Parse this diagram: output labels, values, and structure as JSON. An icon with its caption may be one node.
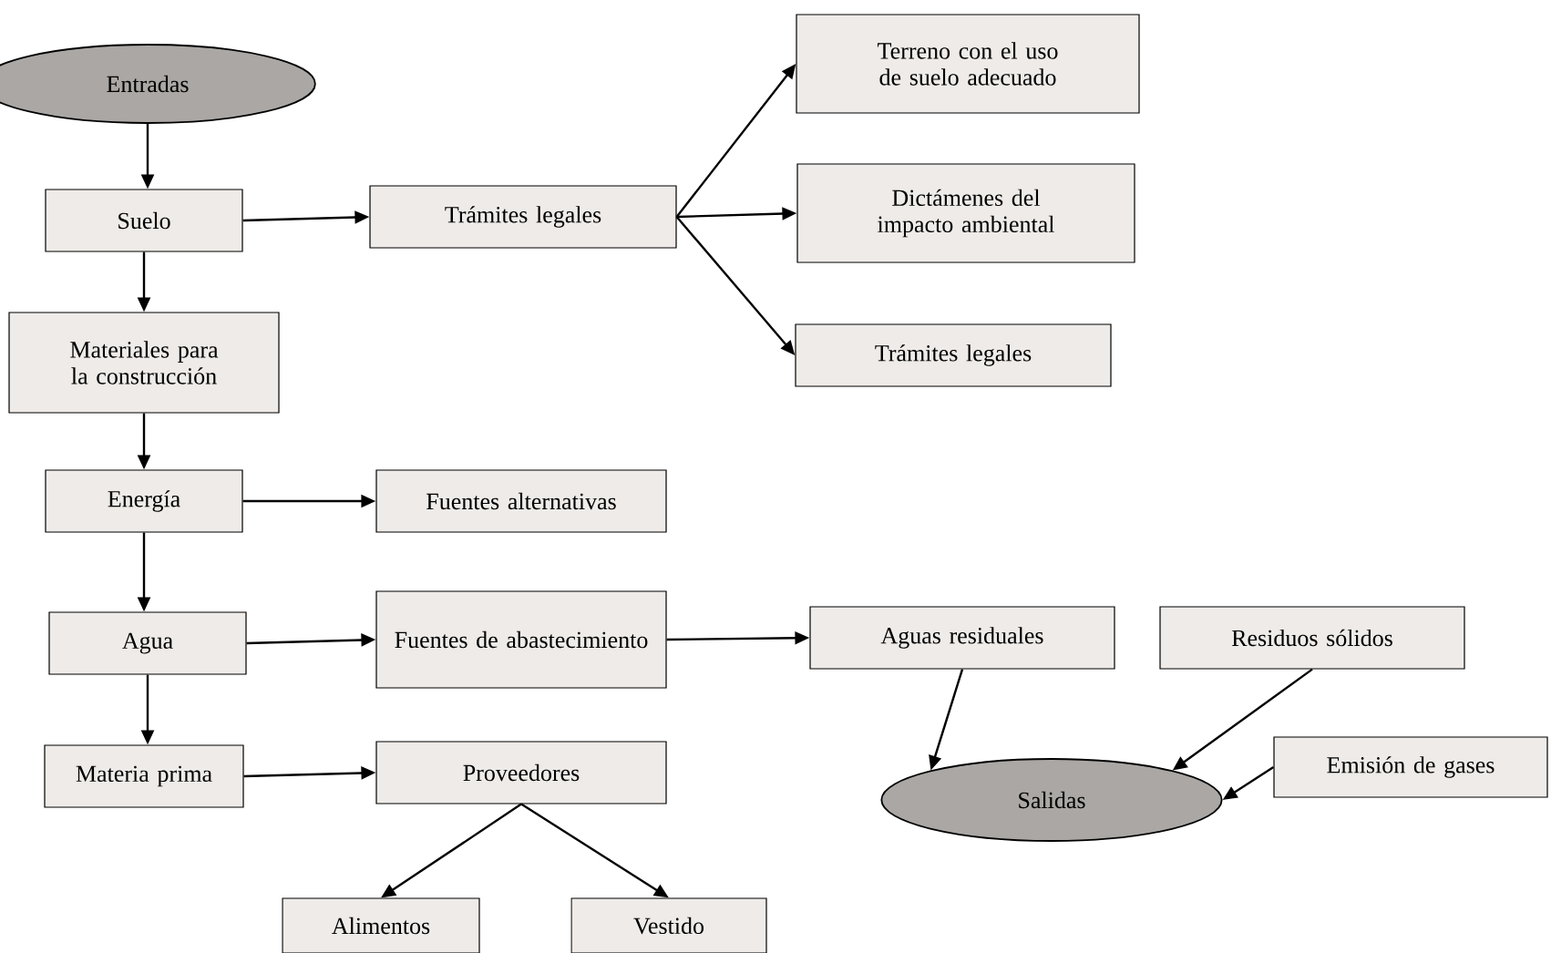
{
  "diagram": {
    "nodes": [
      {
        "text": [
          "Entradas"
        ]
      },
      {
        "text": [
          "Suelo"
        ]
      },
      {
        "text": [
          "Trámites legales"
        ]
      },
      {
        "text": [
          "Terreno con el uso de suelo adecuado"
        ]
      },
      {
        "text": [
          "Dictámenes del impacto ambiental"
        ]
      },
      {
        "text": [
          "Trámites legales"
        ]
      },
      {
        "text": [
          "Materiales para la construcción"
        ]
      },
      {
        "text": [
          "Energía"
        ]
      },
      {
        "text": [
          "Fuentes alternativas"
        ]
      },
      {
        "text": [
          "Agua"
        ]
      },
      {
        "text": [
          "Fuentes de abastecimiento"
        ]
      },
      {
        "text": [
          "Aguas residuales"
        ]
      },
      {
        "text": [
          "Residuos sólidos"
        ]
      },
      {
        "text": [
          "Emisión de gases"
        ]
      },
      {
        "text": [
          "Salidas"
        ]
      },
      {
        "text": [
          "Materia prima"
        ]
      },
      {
        "text": [
          "Proveedores"
        ]
      },
      {
        "text": [
          "Alimentos"
        ]
      },
      {
        "text": [
          "Vestido"
        ]
      }
    ],
    "edges": [
      {
        "from": 0,
        "to": 1,
        "arrow": "to"
      },
      {
        "from": 1,
        "to": 2,
        "arrow": "to"
      },
      {
        "from": 2,
        "to": 3,
        "arrow": "to"
      },
      {
        "from": 2,
        "to": 4,
        "arrow": "to"
      },
      {
        "from": 2,
        "to": 5,
        "arrow": "to"
      },
      {
        "from": 1,
        "to": 6,
        "arrow": "to"
      },
      {
        "from": 6,
        "to": 7,
        "arrow": "to"
      },
      {
        "from": 7,
        "to": 8,
        "arrow": "to"
      },
      {
        "from": 7,
        "to": 9,
        "arrow": "to"
      },
      {
        "from": 9,
        "to": 10,
        "arrow": "to"
      },
      {
        "from": 10,
        "to": 11,
        "arrow": "to"
      },
      {
        "from": 9,
        "to": 15,
        "arrow": "to"
      },
      {
        "from": 15,
        "to": 16,
        "arrow": "to"
      },
      {
        "from": 16,
        "to": 17,
        "arrow": "to"
      },
      {
        "from": 16,
        "to": 18,
        "arrow": "to"
      },
      {
        "from": 11,
        "to": 14,
        "arrow": "to"
      },
      {
        "from": 12,
        "to": 14,
        "arrow": "to"
      },
      {
        "from": 13,
        "to": 14,
        "arrow": "to"
      }
    ]
  }
}
